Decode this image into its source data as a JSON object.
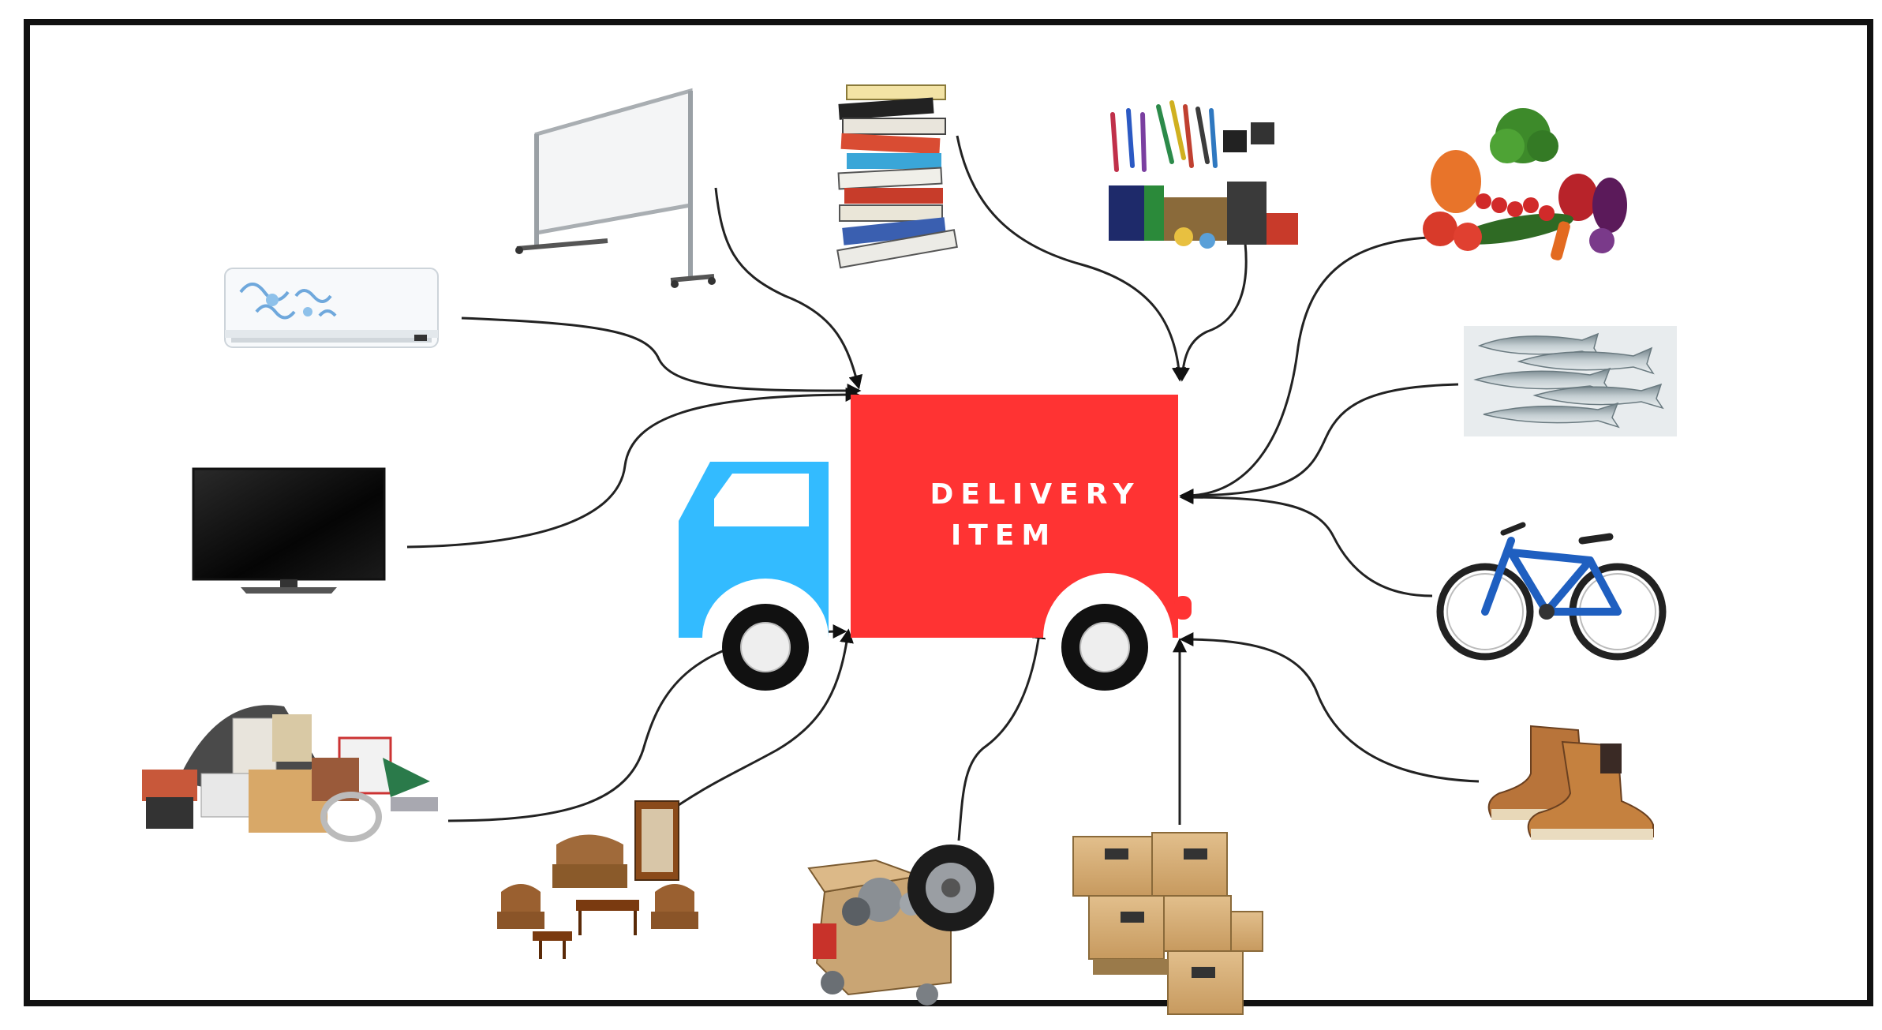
{
  "truck": {
    "line1": "DELIVERY",
    "line2": "ITEM"
  },
  "colors": {
    "cargo": "#ff3333",
    "cab": "#33bbff",
    "connector": "#222222",
    "frame": "#111111"
  },
  "items": [
    {
      "id": "air-conditioner",
      "icon": "air-conditioner-icon"
    },
    {
      "id": "whiteboard",
      "icon": "whiteboard-icon"
    },
    {
      "id": "books",
      "icon": "books-icon"
    },
    {
      "id": "stationery",
      "icon": "stationery-icon"
    },
    {
      "id": "vegetables",
      "icon": "vegetables-icon"
    },
    {
      "id": "fish",
      "icon": "fish-icon"
    },
    {
      "id": "bicycle",
      "icon": "bicycle-icon"
    },
    {
      "id": "boots",
      "icon": "boots-icon"
    },
    {
      "id": "boxes",
      "icon": "boxes-icon"
    },
    {
      "id": "auto-parts",
      "icon": "auto-parts-icon"
    },
    {
      "id": "furniture",
      "icon": "furniture-icon"
    },
    {
      "id": "building-materials",
      "icon": "building-materials-icon"
    },
    {
      "id": "television",
      "icon": "television-icon"
    }
  ]
}
